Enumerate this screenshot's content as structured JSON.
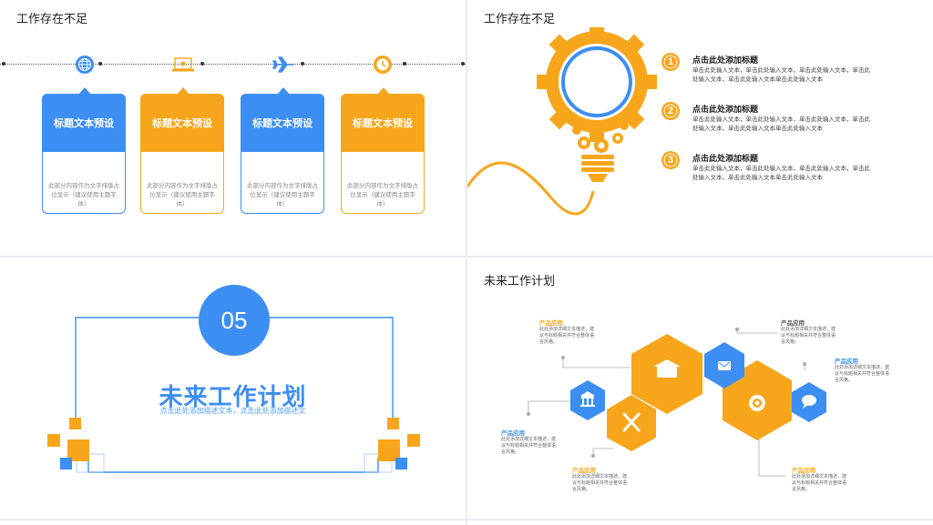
{
  "slide1": {
    "title": "工作存在不足",
    "cards": [
      {
        "heading": "标题文本预设",
        "body": "此部分内容作为文字排版占位显示（建议使用主题字体）",
        "color": "#3d8ef2",
        "icon": "globe-icon"
      },
      {
        "heading": "标题文本预设",
        "body": "此部分内容作为文字排版占位显示（建议使用主题字体）",
        "color": "#f7a61c",
        "icon": "laptop-icon"
      },
      {
        "heading": "标题文本预设",
        "body": "此部分内容作为文字排版占位显示（建议使用主题字体）",
        "color": "#3d8ef2",
        "icon": "airplane-icon"
      },
      {
        "heading": "标题文本预设",
        "body": "此部分内容作为文字排版占位显示（建议使用主题字体）",
        "color": "#f7a61c",
        "icon": "clock-icon"
      }
    ]
  },
  "slide2": {
    "title": "工作存在不足",
    "items": [
      {
        "num": "1",
        "heading": "点击此处添加标题",
        "text": "单击此处输入文本，单击此处输入文本，单击此处输入文本，单击此处输入文本，单击此处输入文本单击此处输入文本"
      },
      {
        "num": "2",
        "heading": "点击此处添加标题",
        "text": "单击此处输入文本，单击此处输入文本，单击此处输入文本，单击此处输入文本，单击此处输入文本单击此处输入文本"
      },
      {
        "num": "3",
        "heading": "点击此处添加标题",
        "text": "单击此处输入文本，单击此处输入文本，单击此处输入文本，单击此处输入文本，单击此处输入文本单击此处输入文本"
      }
    ]
  },
  "slide3": {
    "number": "05",
    "title": "未来工作计划",
    "subtitle": "点击此处添加描述文本，点击此处添加描述文"
  },
  "slide4": {
    "title": "未来工作计划",
    "labels": [
      {
        "heading": "产品应用",
        "desc": "此处添加详细文本描述，建议与标题相关并符合整体语言风格。"
      },
      {
        "heading": "产品应用",
        "desc": "此处添加详细文本描述，建议与标题相关并符合整体语言风格。"
      },
      {
        "heading": "产品应用",
        "desc": "此处添加详细文本描述，建议与标题相关并符合整体语言风格。"
      },
      {
        "heading": "产品应用",
        "desc": "此处添加详细文本描述，建议与标题相关并符合整体语言风格。"
      },
      {
        "heading": "产品应用",
        "desc": "此处添加详细文本描述，建议与标题相关并符合整体语言风格。"
      },
      {
        "heading": "产品应用",
        "desc": "此处添加详细文本描述，建议与标题相关并符合整体语言风格。"
      }
    ]
  },
  "colors": {
    "blue": "#3d8ef2",
    "orange": "#f7a61c"
  }
}
